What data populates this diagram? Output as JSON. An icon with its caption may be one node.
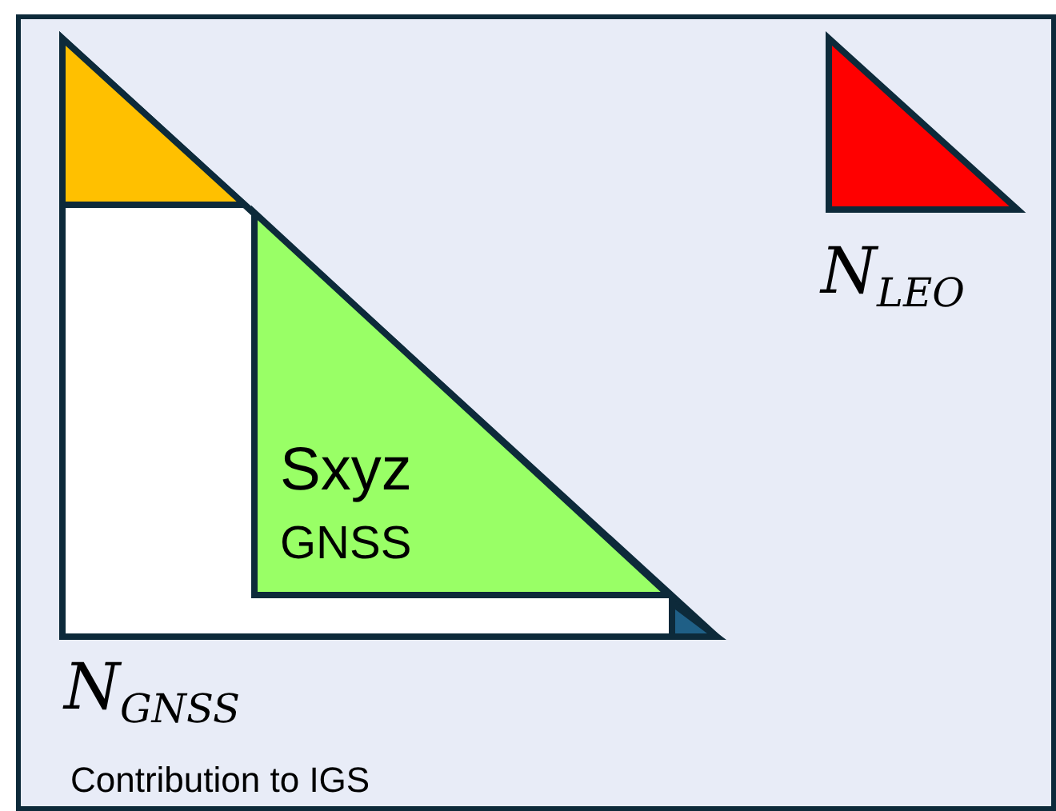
{
  "diagram": {
    "nodes": [
      {
        "text": [],
        "shape": "box"
      },
      {
        "text": [],
        "shape": "triangle",
        "in": 0,
        "beside": [
          "N$_{GNSS}$"
        ]
      },
      {
        "text": [],
        "shape": "triangle",
        "in": 1
      },
      {
        "text": [
          "Sxyz",
          "GNSS"
        ],
        "in": 1
      },
      {
        "text": [],
        "shape": "triangle",
        "in": 1
      },
      {
        "text": [],
        "shape": "triangle",
        "in": 0,
        "beside": [
          "N$_{LEO}$"
        ]
      }
    ],
    "labels": [
      "Contribution to IGS"
    ]
  }
}
